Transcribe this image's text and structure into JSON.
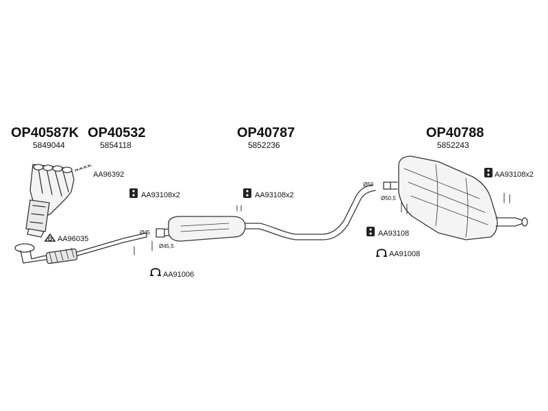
{
  "parts": {
    "manifold": {
      "number": "OP40587K",
      "oe": "5849044"
    },
    "front_pipe": {
      "number": "OP40532",
      "oe": "5854118"
    },
    "middle_silencer": {
      "number": "OP40787",
      "oe": "5852236"
    },
    "rear_silencer": {
      "number": "OP40788",
      "oe": "5852243"
    }
  },
  "accessories": {
    "gasket_manifold": "AA96392",
    "gasket_ring": "AA96035",
    "rubber_mount_front": "AA93108x2",
    "rubber_mount_middle": "AA93108x2",
    "rubber_mount_rear_top": "AA93108x2",
    "rubber_mount_rear": "AA93108",
    "clamp_front": "AA91006",
    "clamp_rear": "AA91008"
  },
  "dimensions": {
    "d45": "Ø45",
    "d45_5": "Ø45,5",
    "d50": "Ø50",
    "d50_5": "Ø50,5"
  },
  "colors": {
    "line": "#333333",
    "fill": "#f4f4f4",
    "dark": "#222222"
  },
  "icons": [
    "rubber-mount-icon",
    "clamp-icon",
    "gasket-ring-icon",
    "gasket-strip-icon"
  ]
}
